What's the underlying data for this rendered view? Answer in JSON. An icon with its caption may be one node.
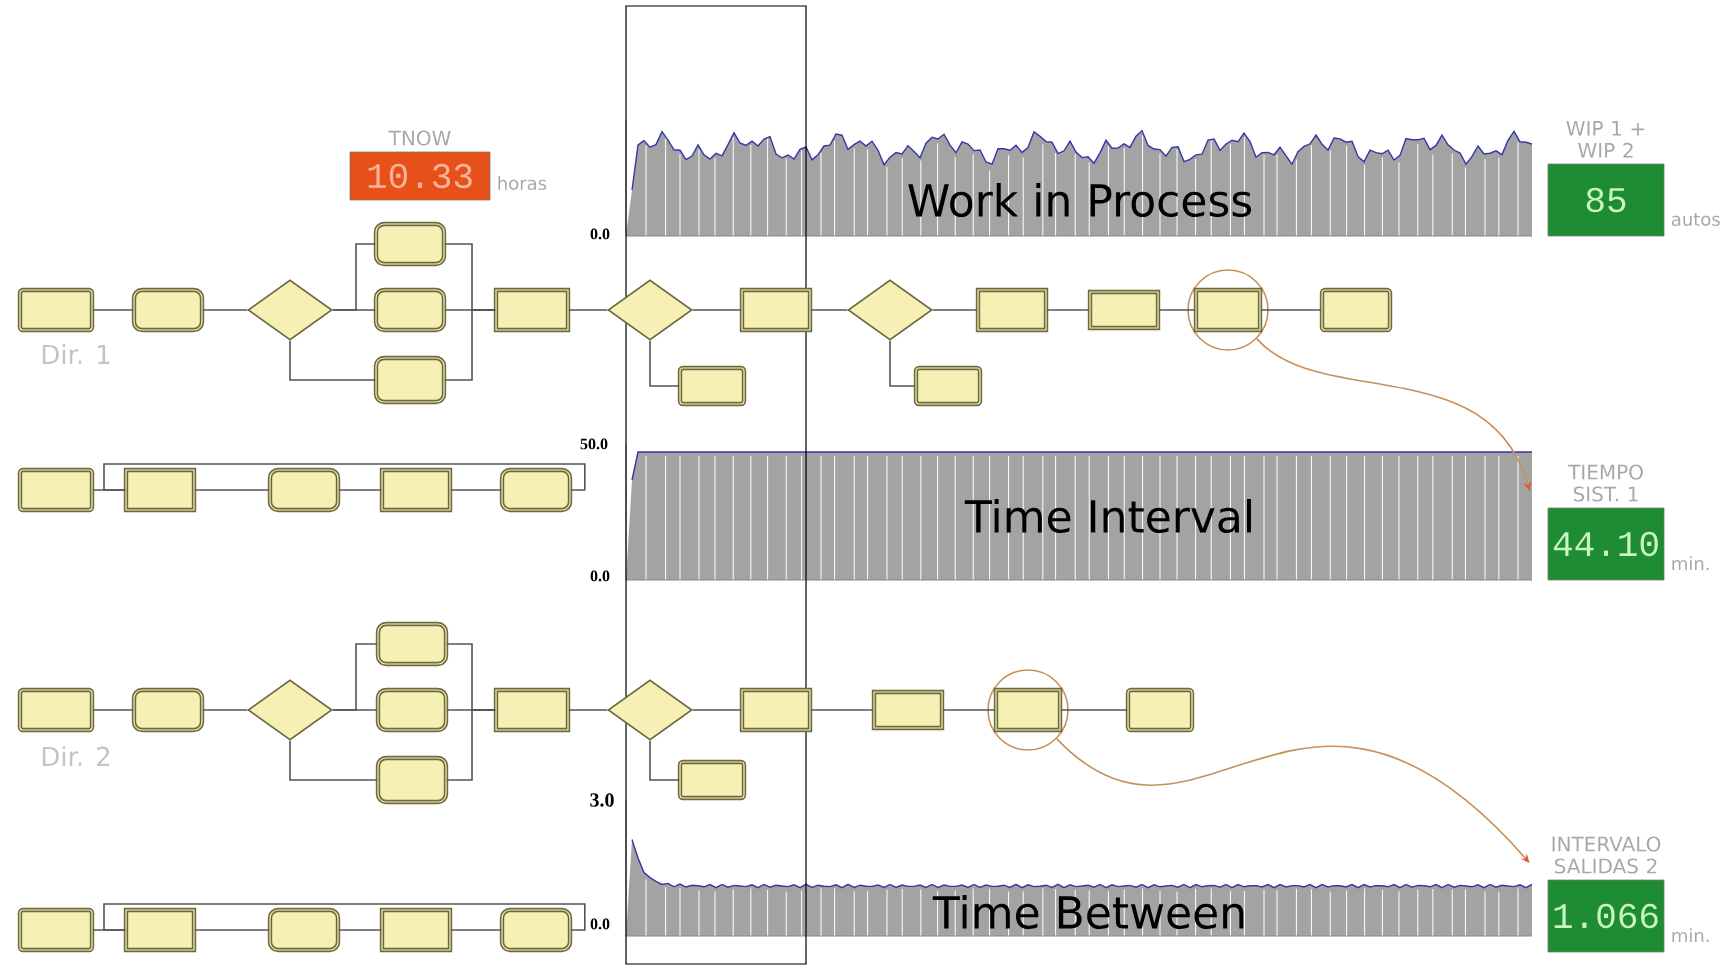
{
  "diagram": {
    "nodes": [
      {
        "text": [],
        "shape": "box"
      },
      {
        "text": [],
        "shape": "box"
      },
      {
        "text": [],
        "shape": "diamond"
      },
      {
        "text": [],
        "shape": "box"
      },
      {
        "text": [],
        "shape": "box"
      },
      {
        "text": [],
        "shape": "box"
      },
      {
        "text": [],
        "shape": "box"
      },
      {
        "text": [],
        "shape": "diamond"
      },
      {
        "text": [],
        "shape": "box"
      },
      {
        "text": [],
        "shape": "box"
      },
      {
        "text": [],
        "shape": "diamond"
      },
      {
        "text": [],
        "shape": "box"
      },
      {
        "text": [],
        "shape": "box"
      },
      {
        "text": [],
        "shape": "box"
      },
      {
        "text": [],
        "shape": "circle"
      },
      {
        "text": [],
        "shape": "box",
        "in": 14
      },
      {
        "text": [],
        "shape": "box"
      },
      {
        "text": [],
        "shape": "box"
      },
      {
        "text": [],
        "shape": "box"
      },
      {
        "text": [],
        "shape": "box"
      },
      {
        "text": [],
        "shape": "box"
      },
      {
        "text": [],
        "shape": "box"
      },
      {
        "text": [],
        "shape": "box"
      },
      {
        "text": [],
        "shape": "box"
      },
      {
        "text": [],
        "shape": "diamond"
      },
      {
        "text": [],
        "shape": "box"
      },
      {
        "text": [],
        "shape": "box"
      },
      {
        "text": [],
        "shape": "box"
      },
      {
        "text": [],
        "shape": "box"
      },
      {
        "text": [],
        "shape": "diamond"
      },
      {
        "text": [],
        "shape": "box"
      },
      {
        "text": [],
        "shape": "box"
      },
      {
        "text": [],
        "shape": "box"
      },
      {
        "text": [],
        "shape": "circle"
      },
      {
        "text": [],
        "shape": "box",
        "in": 33
      },
      {
        "text": [],
        "shape": "box"
      },
      {
        "text": [],
        "shape": "box"
      },
      {
        "text": [],
        "shape": "box"
      },
      {
        "text": [],
        "shape": "box"
      },
      {
        "text": [],
        "shape": "box"
      },
      {
        "text": [],
        "shape": "box"
      },
      {
        "text": [
          "TNOW",
          "10.33"
        ],
        "beside": [
          "horas"
        ]
      },
      {
        "text": [
          "WIP 1 + WIP 2",
          "85"
        ],
        "beside": [
          "autos"
        ]
      },
      {
        "text": [
          "TIEMPO SIST. 1",
          "44.10"
        ],
        "beside": [
          "min."
        ]
      },
      {
        "text": [
          "INTERVALO SALIDAS 2",
          "1.066"
        ],
        "beside": [
          "min."
        ]
      }
    ],
    "edges": [
      {
        "from": 0,
        "to": 1,
        "arrow": "none"
      },
      {
        "from": 1,
        "to": 2,
        "arrow": "none"
      },
      {
        "from": 2,
        "to": 3,
        "arrow": "none"
      },
      {
        "from": 2,
        "to": 4,
        "arrow": "none"
      },
      {
        "from": 2,
        "to": 5,
        "arrow": "none"
      },
      {
        "from": 3,
        "to": 6,
        "arrow": "none"
      },
      {
        "from": 4,
        "to": 6,
        "arrow": "none"
      },
      {
        "from": 5,
        "to": 6,
        "arrow": "none"
      },
      {
        "from": 6,
        "to": 7,
        "arrow": "none"
      },
      {
        "from": 7,
        "to": 8,
        "arrow": "none"
      },
      {
        "from": 7,
        "to": 9,
        "arrow": "none"
      },
      {
        "from": 8,
        "to": 10,
        "arrow": "none"
      },
      {
        "from": 10,
        "to": 12,
        "arrow": "none"
      },
      {
        "from": 10,
        "to": 11,
        "arrow": "none"
      },
      {
        "from": 12,
        "to": 13,
        "arrow": "none"
      },
      {
        "from": 13,
        "to": 15,
        "arrow": "none"
      },
      {
        "from": 15,
        "to": 16,
        "arrow": "none"
      },
      {
        "from": 14,
        "to": 43,
        "arrow": "to",
        "color": "#c8905a"
      },
      {
        "from": 17,
        "to": 18,
        "arrow": "none"
      },
      {
        "from": 18,
        "to": 19,
        "arrow": "none"
      },
      {
        "from": 19,
        "to": 20,
        "arrow": "none"
      },
      {
        "from": 20,
        "to": 21,
        "arrow": "none"
      },
      {
        "from": 21,
        "to": 18,
        "arrow": "none"
      },
      {
        "from": 22,
        "to": 23,
        "arrow": "none"
      },
      {
        "from": 23,
        "to": 24,
        "arrow": "none"
      },
      {
        "from": 24,
        "to": 25,
        "arrow": "none"
      },
      {
        "from": 24,
        "to": 26,
        "arrow": "none"
      },
      {
        "from": 24,
        "to": 27,
        "arrow": "none"
      },
      {
        "from": 25,
        "to": 28,
        "arrow": "none"
      },
      {
        "from": 26,
        "to": 28,
        "arrow": "none"
      },
      {
        "from": 27,
        "to": 28,
        "arrow": "none"
      },
      {
        "from": 28,
        "to": 29,
        "arrow": "none"
      },
      {
        "from": 29,
        "to": 30,
        "arrow": "none"
      },
      {
        "from": 29,
        "to": 31,
        "arrow": "none"
      },
      {
        "from": 30,
        "to": 32,
        "arrow": "none"
      },
      {
        "from": 32,
        "to": 34,
        "arrow": "none"
      },
      {
        "from": 34,
        "to": 35,
        "arrow": "none"
      },
      {
        "from": 33,
        "to": 44,
        "arrow": "to",
        "color": "#c8905a"
      },
      {
        "from": 36,
        "to": 37,
        "arrow": "none"
      },
      {
        "from": 37,
        "to": 38,
        "arrow": "none"
      },
      {
        "from": 38,
        "to": 39,
        "arrow": "none"
      },
      {
        "from": 39,
        "to": 40,
        "arrow": "none"
      },
      {
        "from": 40,
        "to": 37,
        "arrow": "none"
      }
    ],
    "labels": [
      "0.0",
      "Work in Process",
      "Dir. 1",
      "50.0",
      "Time Interval",
      "0.0",
      "Dir. 2",
      "3.0",
      "0.0",
      "Time Between"
    ]
  }
}
